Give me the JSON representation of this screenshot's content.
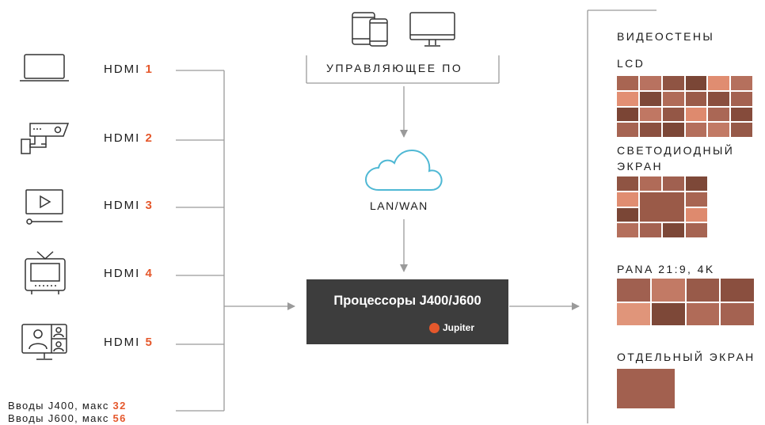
{
  "inputs": [
    {
      "prefix": "HDMI",
      "number": "1",
      "icon": "laptop-icon"
    },
    {
      "prefix": "HDMI",
      "number": "2",
      "icon": "security-camera-icon"
    },
    {
      "prefix": "HDMI",
      "number": "3",
      "icon": "video-player-icon"
    },
    {
      "prefix": "HDMI",
      "number": "4",
      "icon": "tv-icon"
    },
    {
      "prefix": "HDMI",
      "number": "5",
      "icon": "video-conference-icon"
    }
  ],
  "limits": [
    {
      "text": "Вводы J400, макс ",
      "value": "32"
    },
    {
      "text": "Вводы J600, макс ",
      "value": "56"
    }
  ],
  "control": {
    "label": "УПРАВЛЯЮЩЕЕ ПО",
    "icons": [
      "tablet-phone-icon",
      "monitor-icon"
    ]
  },
  "network": {
    "label": "LAN/WAN",
    "icon": "cloud-icon"
  },
  "processor": {
    "title": "Процессоры J400/J600",
    "brand": "Jupiter"
  },
  "walls": {
    "heading": "ВИДЕОСТЕНЫ",
    "lcd": "LCD",
    "led_line1": "СВЕТОДИОДНЫЙ",
    "led_line2": "ЭКРАН",
    "pana": "PANA 21:9, 4K",
    "single": "ОТДЕЛЬНЫЙ ЭКРАН"
  },
  "colors": {
    "accent": "#e5582c",
    "processor_bg": "#3d3d3d",
    "line": "#9a9a9a",
    "cloud": "#4fb8d4"
  }
}
